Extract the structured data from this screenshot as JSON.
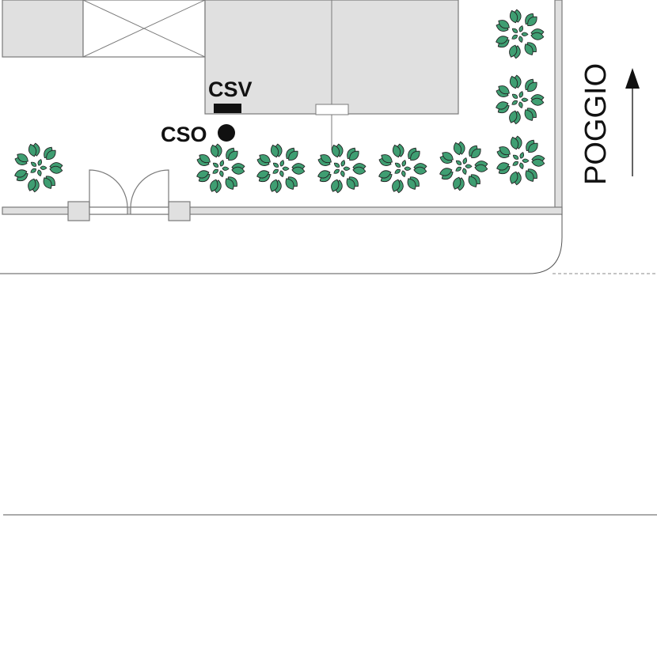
{
  "labels": {
    "csv": "CSV",
    "cso": "CSO",
    "street": "POGGIO"
  },
  "colors": {
    "building_fill": "#e0e0e0",
    "outline": "#7a7a7a",
    "shrub_leaf": "#3f9e72",
    "shrub_outline": "#222222",
    "marker": "#111111",
    "background": "#ffffff"
  },
  "icons": {
    "shrub": "shrub-icon",
    "direction_arrow": "arrow-up-icon",
    "cso_marker": "filled-circle-icon",
    "csv_marker": "filled-rectangle-icon"
  }
}
